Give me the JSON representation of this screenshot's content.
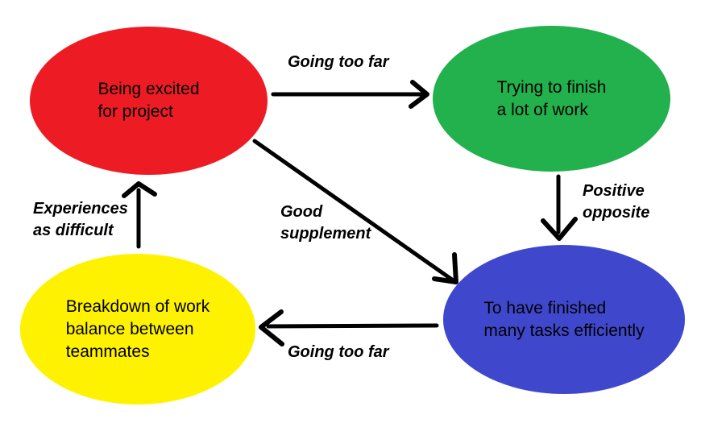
{
  "diagram": {
    "background": "#FFFFFF",
    "arrow_color": "#000000",
    "text_color": "#000000",
    "nodes": [
      {
        "id": "being-excited",
        "label": "Being excited\nfor project",
        "color": "#ED1C24"
      },
      {
        "id": "trying-finish",
        "label": "Trying to finish\na lot of work",
        "color": "#22B14C"
      },
      {
        "id": "finished-tasks",
        "label": "To have finished\nmany tasks efficiently",
        "color": "#3F48CC"
      },
      {
        "id": "breakdown",
        "label": "Breakdown of work\nbalance between\nteammates",
        "color": "#FFF200"
      }
    ],
    "edges": [
      {
        "id": "excited-to-trying",
        "from": "being-excited",
        "to": "trying-finish",
        "label": "Going too far"
      },
      {
        "id": "trying-to-finished",
        "from": "trying-finish",
        "to": "finished-tasks",
        "label": "Positive\nopposite"
      },
      {
        "id": "excited-to-finished",
        "from": "being-excited",
        "to": "finished-tasks",
        "label": "Good\nsupplement"
      },
      {
        "id": "finished-to-breakdown",
        "from": "finished-tasks",
        "to": "breakdown",
        "label": "Going too far"
      },
      {
        "id": "breakdown-to-excited",
        "from": "breakdown",
        "to": "being-excited",
        "label": "Experiences\nas difficult"
      }
    ]
  }
}
